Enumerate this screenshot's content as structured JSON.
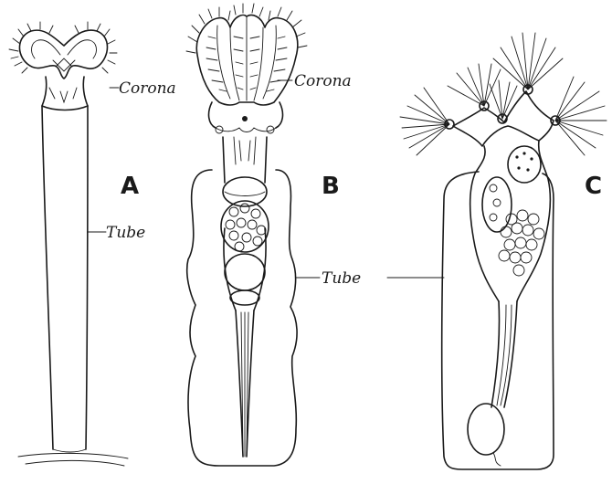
{
  "panels": [
    {
      "letter": "A",
      "corona_label": "Corona",
      "tube_label": "Tube"
    },
    {
      "letter": "B",
      "corona_label": "Corona"
    },
    {
      "letter": "C"
    }
  ],
  "shared_tube_label": "Tube"
}
